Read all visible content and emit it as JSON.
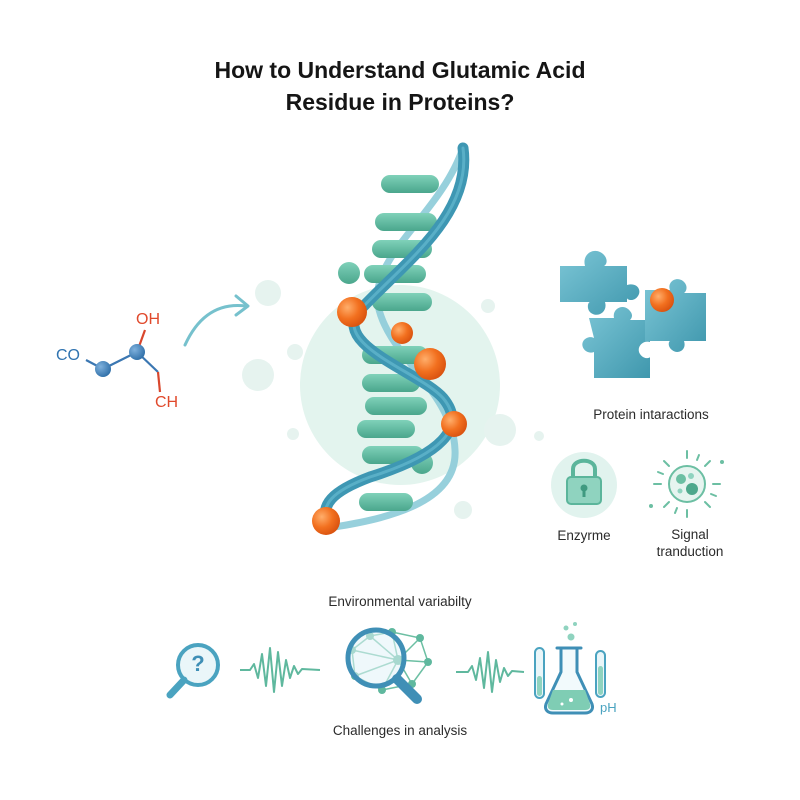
{
  "title": {
    "line1": "How to Understand Glutamic Acid",
    "line2": "Residue in Proteins?"
  },
  "molecule": {
    "co": "CO",
    "oh": "OH",
    "ch": "CH"
  },
  "labels": {
    "protein_interactions": "Protein intaractions",
    "enzyme": "Enzyrme",
    "signal_line1": "Signal",
    "signal_line2": "tranduction",
    "environmental": "Environmental variabilty",
    "challenges": "Challenges in analysis",
    "ph": "pH"
  },
  "icons": {
    "question": "?"
  },
  "colors": {
    "teal": "#4aa3b8",
    "green": "#5fb8a0",
    "orange": "#ef6a1f",
    "blue": "#2f73b0",
    "red": "#e0492c",
    "mint": "#dff2ec"
  }
}
